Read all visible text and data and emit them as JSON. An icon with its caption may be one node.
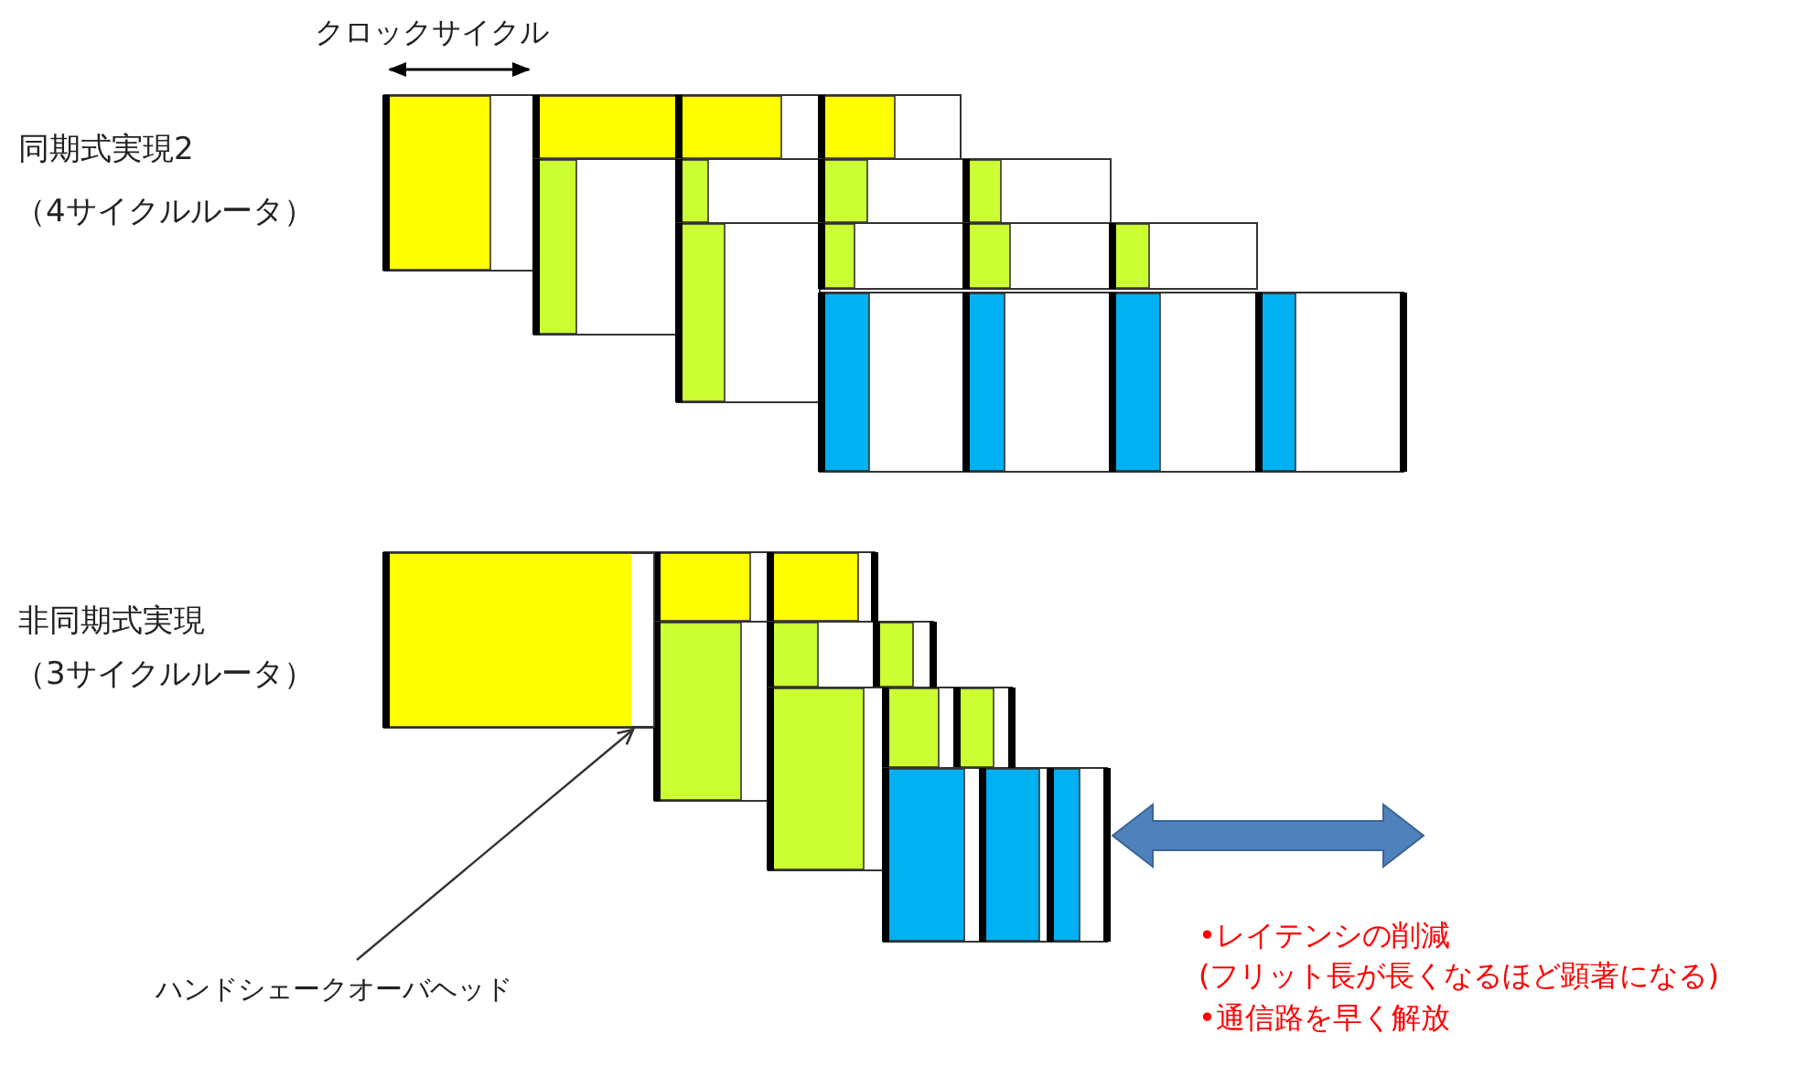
{
  "diagram": {
    "nodes": [
      {
        "text": [
          "ハンドシェークオーバヘッド"
        ]
      },
      {
        "text": [],
        "shape": "box"
      }
    ],
    "edges": [
      {
        "from": 0,
        "to": 1,
        "arrow": "to"
      }
    ],
    "labels": [
      "クロックサイクル",
      "同期式実現2",
      "（4サイクルルータ）",
      "非同期式実現",
      "（3サイクルルータ）",
      "•レイテンシの削減",
      "(フリット長が長くなるほど顕著になる)",
      "•通信路を早く解放"
    ]
  }
}
